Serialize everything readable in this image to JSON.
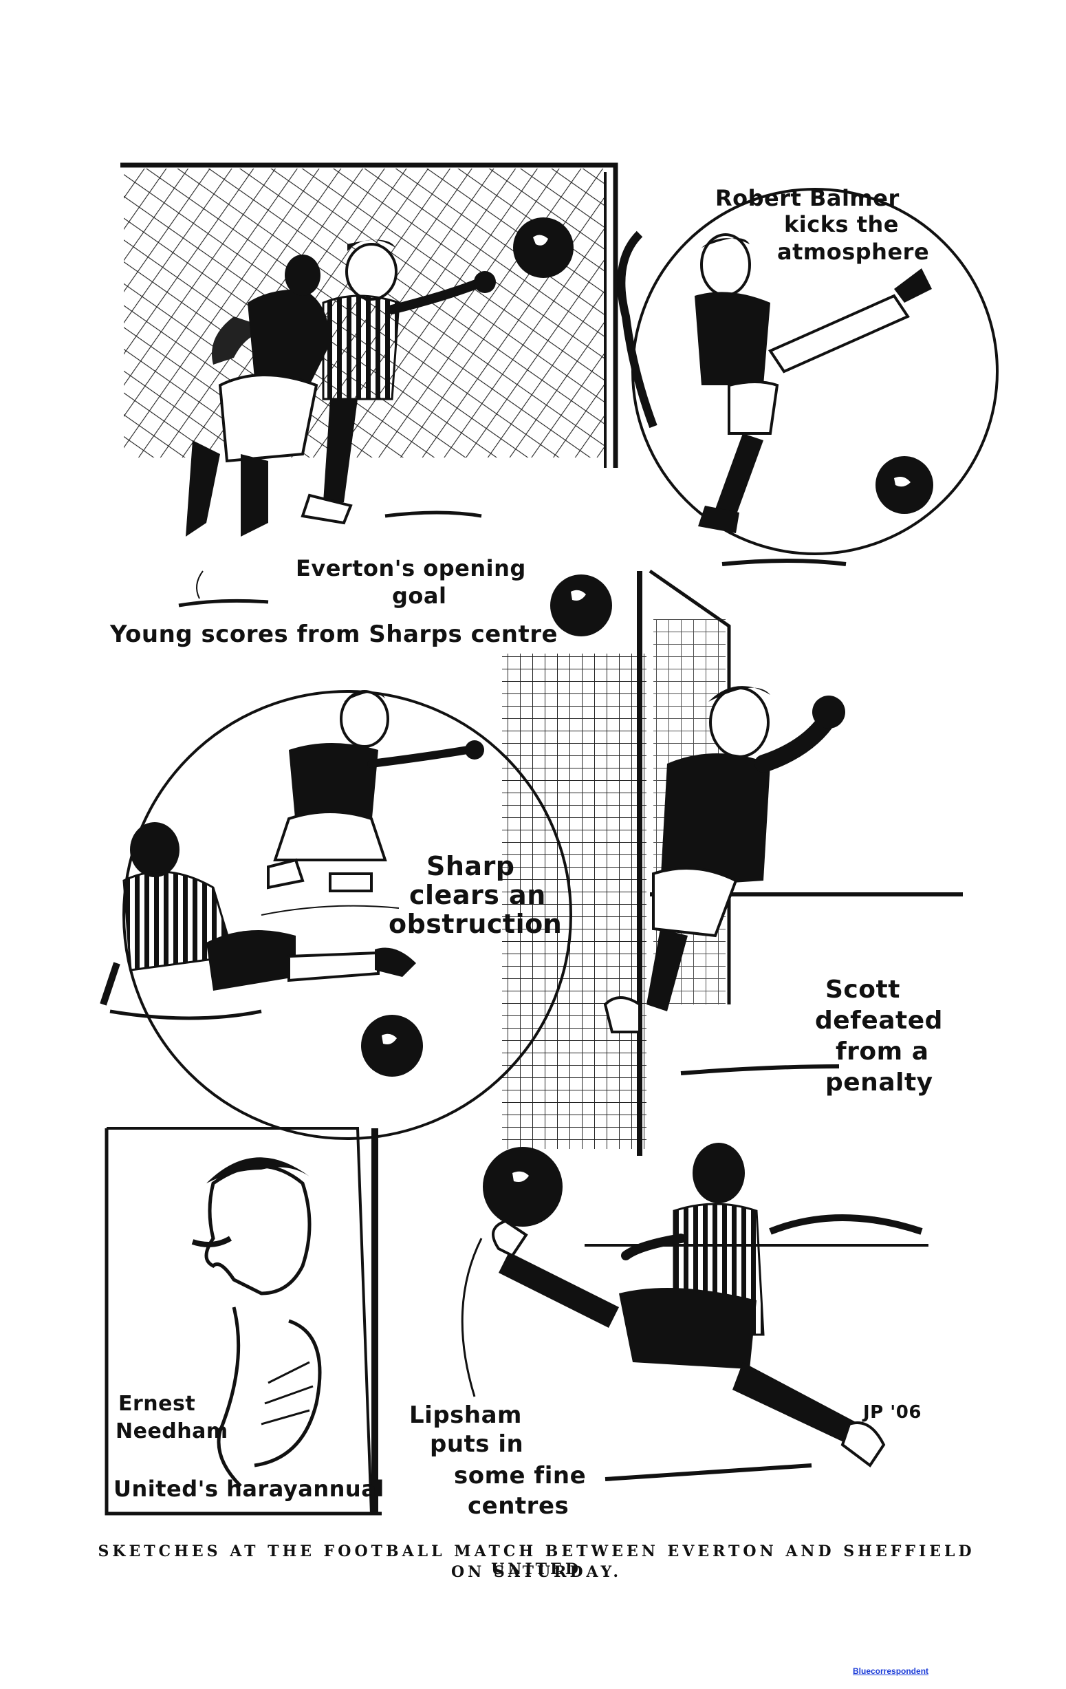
{
  "captions": {
    "everton_goal_1": "Everton's opening",
    "everton_goal_2": "goal",
    "young_scores": "Young scores from Sharps centre",
    "balmer_1": "Robert Balmer",
    "balmer_2": "kicks the",
    "balmer_3": "atmosphere",
    "sharp_1": "Sharp",
    "sharp_2": "clears an",
    "sharp_3": "obstruction",
    "scott_1": "Scott",
    "scott_2": "defeated",
    "scott_3": "from a",
    "scott_4": "penalty",
    "needham_1": "Ernest",
    "needham_2": "Needham",
    "needham_3": "United's harayannual",
    "lipsham_1": "Lipsham",
    "lipsham_2": "puts in",
    "lipsham_3": "some fine",
    "lipsham_4": "centres",
    "signature": "JP '06"
  },
  "title": {
    "line1": "SKETCHES AT THE FOOTBALL MATCH BETWEEN EVERTON AND SHEFFIELD UNITED",
    "line2": "ON SATURDAY."
  },
  "credit": "Bluecorrespondent"
}
